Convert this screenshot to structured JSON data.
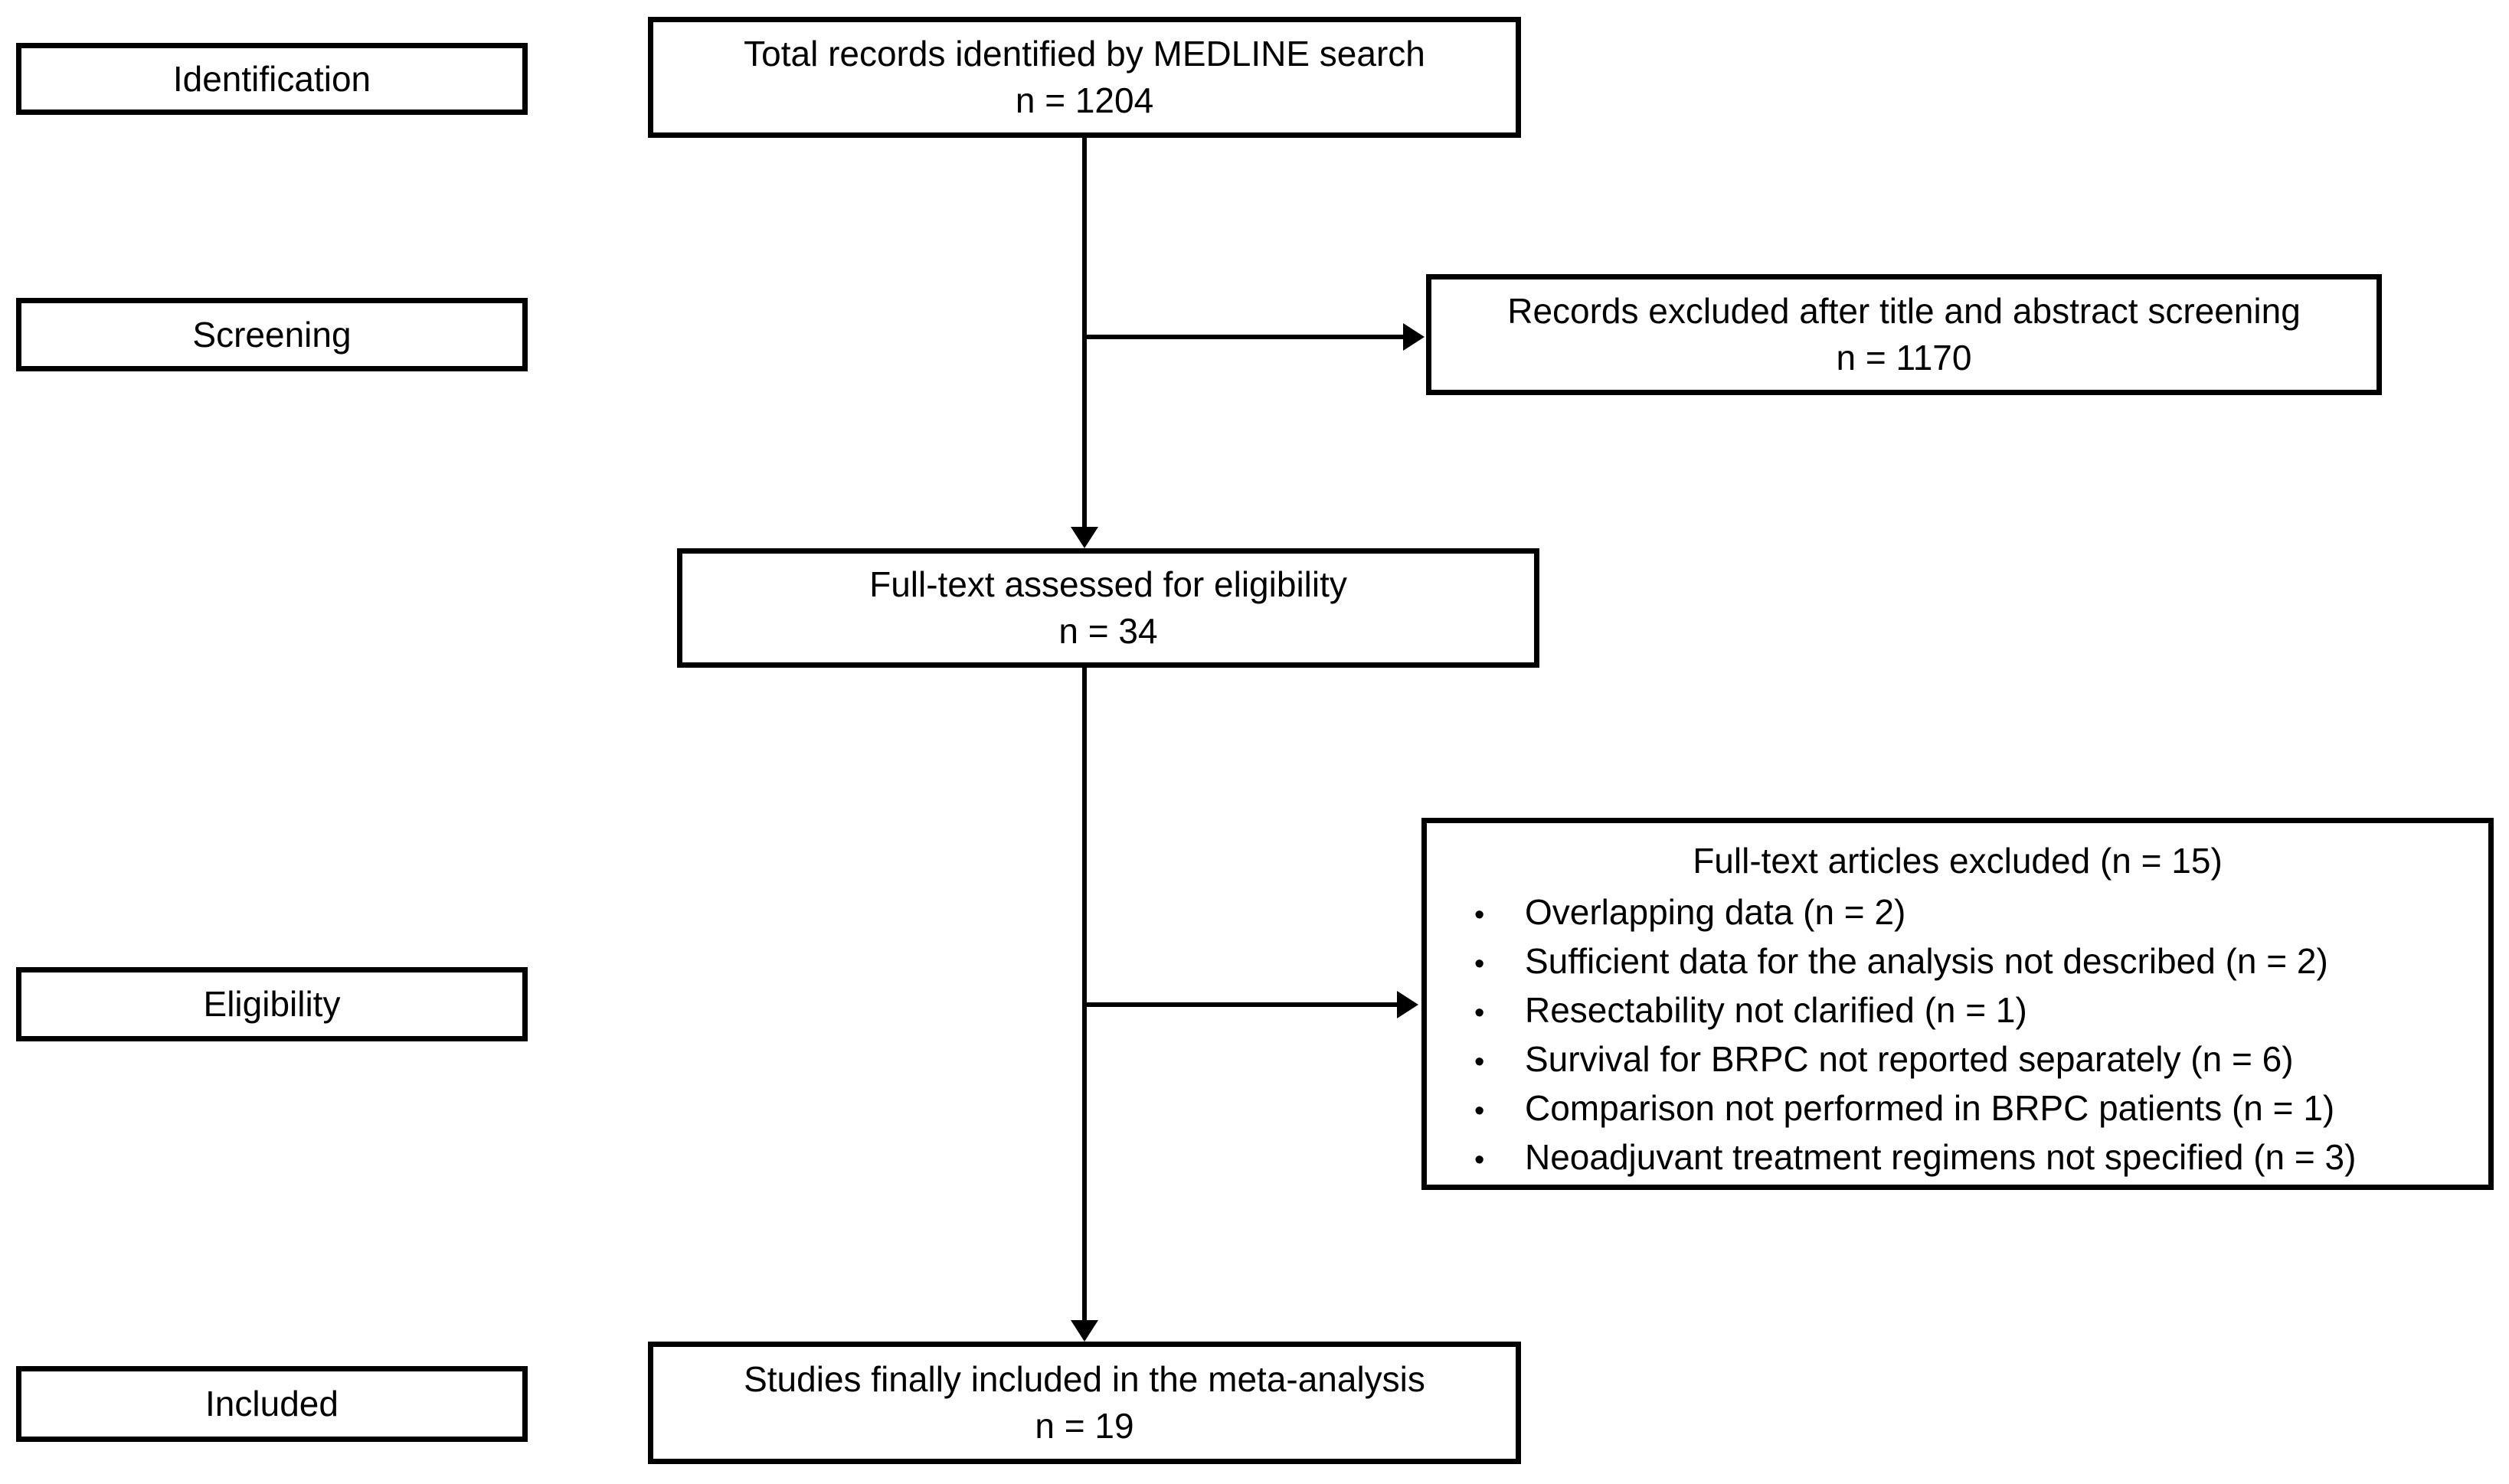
{
  "figure": {
    "type": "prisma-flow-diagram",
    "stages": [
      "Identification",
      "Screening",
      "Eligibility",
      "Included"
    ],
    "nodes": {
      "identified": {
        "label": "Total records identified by MEDLINE search",
        "count": "n = 1204"
      },
      "excluded_screening": {
        "label": "Records excluded after title and abstract screening",
        "count": "n = 1170"
      },
      "fulltext_assessed": {
        "label": "Full-text assessed for eligibility",
        "count": "n = 34"
      },
      "fulltext_excluded": {
        "title": "Full-text articles excluded (n = 15)",
        "bullet_glyph": "•",
        "reasons": [
          "Overlapping data (n = 2)",
          "Sufficient data for the analysis not described (n = 2)",
          "Resectability not clarified (n = 1)",
          "Survival for BRPC not reported separately (n = 6)",
          "Comparison not performed in BRPC patients (n = 1)",
          "Neoadjuvant treatment regimens not specified (n = 3)"
        ]
      },
      "included": {
        "label": "Studies finally included in the meta-analysis",
        "count": "n = 19"
      }
    },
    "colors": {
      "border": "#000000",
      "background": "#ffffff",
      "text": "#000000"
    }
  }
}
